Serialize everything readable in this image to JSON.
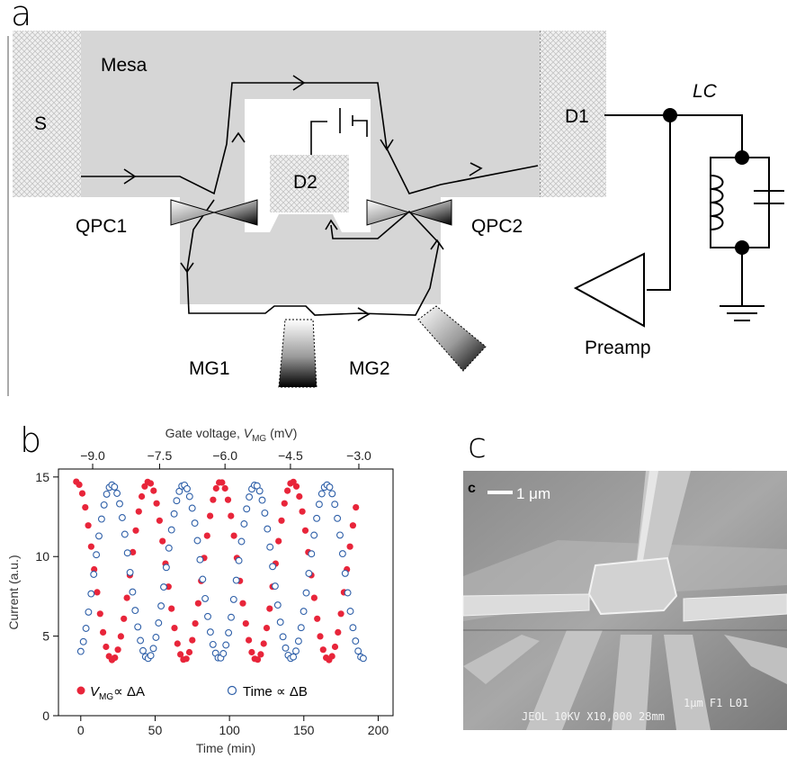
{
  "panel_labels": {
    "a": "a",
    "b": "b",
    "c": "c"
  },
  "schematic": {
    "mesa": "Mesa",
    "source": "S",
    "qpc1": "QPC1",
    "qpc2": "QPC2",
    "drain2": "D2",
    "drain1": "D1",
    "lc": "LC",
    "mg1": "MG1",
    "mg2": "MG2",
    "preamp": "Preamp"
  },
  "micrograph": {
    "inset_letter": "c",
    "scale_bar": "1 μm",
    "footer": "JEOL   10KV   X10,000  28mm",
    "footer_right": "1μm   F1  L01"
  },
  "chart_data": {
    "type": "scatter",
    "title": "",
    "xlabel": "Time (min)",
    "ylabel": "Current (a.u.)",
    "top_xlabel": "Gate voltage, V_MG (mV)",
    "top_xlabel_parts": {
      "pre": "Gate voltage, ",
      "V": "V",
      "sub": "MG",
      "post": "  (mV)"
    },
    "xlim": [
      -15,
      210
    ],
    "ylim": [
      0,
      15.5
    ],
    "xticks": [
      0,
      50,
      100,
      150,
      200
    ],
    "yticks": [
      0,
      5,
      10,
      15
    ],
    "top_ticks": [
      "-9.0",
      "-7.5",
      "-6.0",
      "-4.5",
      "-3.0"
    ],
    "top_tick_positions_time": [
      8,
      53,
      97,
      141,
      187
    ],
    "grid": false,
    "legend_placement": "bottom",
    "series": [
      {
        "name": "V_MG ∝ ΔA",
        "legend_parts": {
          "V": "V",
          "sub": "MG",
          "post": "∝ ΔA"
        },
        "marker": "filled-circle",
        "color": "#e8253a",
        "x_range": [
          -3,
          185
        ],
        "n_points": 95,
        "period": 48.5,
        "phase_peak_x": -3,
        "min": 3.5,
        "max": 14.7
      },
      {
        "name": "Time ∝ ΔB",
        "legend_parts": {
          "post": "Time ∝ ΔB"
        },
        "marker": "open-circle",
        "color": "#2e5fa8",
        "x_range": [
          0,
          190
        ],
        "n_points": 110,
        "period": 48.2,
        "phase_peak_x": 21,
        "min": 3.6,
        "max": 14.5
      }
    ]
  }
}
